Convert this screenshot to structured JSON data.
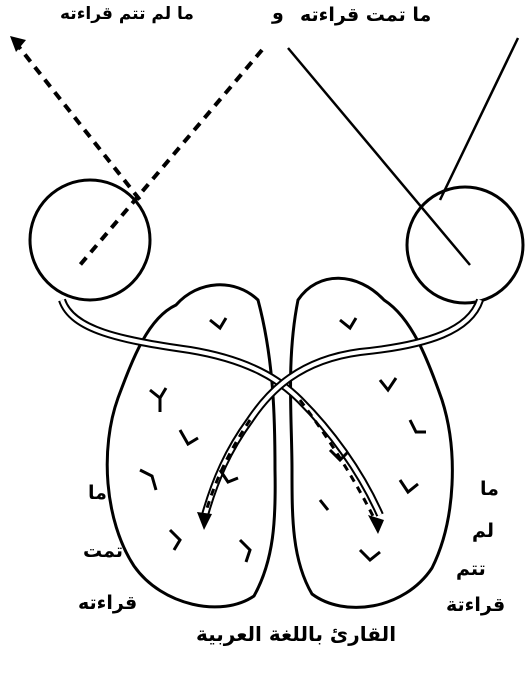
{
  "labels": {
    "top_right": "ما تمت قراءته",
    "top_left": "ما لم تتم قراءته",
    "top_middle": "و",
    "left_line1": "ما",
    "left_line2": "تمت",
    "left_line3": "قراءته",
    "right_line1": "ما",
    "right_line2": "لم",
    "right_line3": "تتم",
    "right_line4": "قراءتة"
  },
  "caption": "القارئ باللغة العربية",
  "colors": {
    "ink": "#000000",
    "background": "#ffffff"
  }
}
